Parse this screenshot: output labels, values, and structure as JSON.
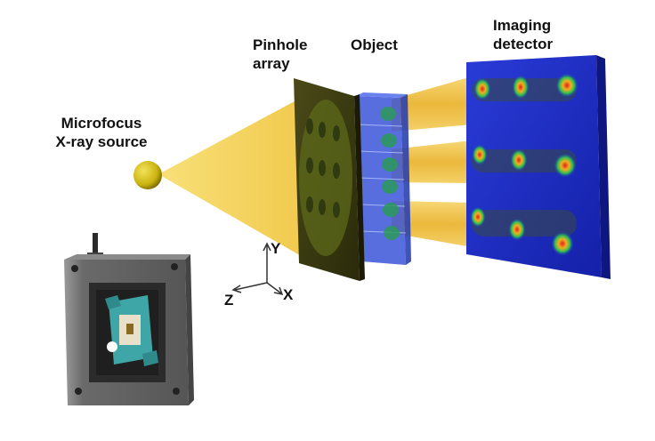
{
  "labels": {
    "source": [
      "Microfocus",
      "X-ray source"
    ],
    "pinhole": [
      "Pinhole",
      "array"
    ],
    "object": "Object",
    "detector": [
      "Imaging",
      "detector"
    ]
  },
  "axes": {
    "y": "Y",
    "z": "Z",
    "x": "X"
  },
  "colors": {
    "beam": "#f2c43a",
    "pinhole_plate": "#3a3a12",
    "object_block": "#3b55d8",
    "detector": "#1a2cc4",
    "source_sphere": "#d8c21a",
    "device_body": "#6b6b6b",
    "device_stage": "#3fa6a8"
  }
}
